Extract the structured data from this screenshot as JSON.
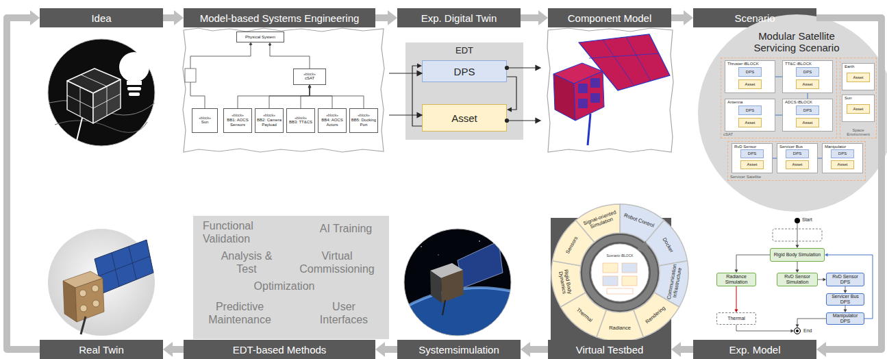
{
  "diagram": {
    "nodes": [
      {
        "text": [
          "Idea"
        ]
      },
      {
        "text": [
          "Model-based Systems Engineering"
        ]
      },
      {
        "text": [
          "Exp. Digital Twin"
        ]
      },
      {
        "text": [
          "Component Model"
        ]
      },
      {
        "text": [
          "Scenario"
        ]
      },
      {
        "text": [
          "Real Twin"
        ]
      },
      {
        "text": [
          "EDT-based Methods"
        ]
      },
      {
        "text": [
          "Systemsimulation"
        ]
      },
      {
        "text": [
          "Virtual Testbed"
        ]
      },
      {
        "text": [
          "Exp. Model"
        ]
      },
      {
        "text": [
          "Physical System"
        ]
      },
      {
        "text": [
          "«block»",
          "cSAT"
        ]
      },
      {
        "text": [
          "«block»",
          "Sun"
        ]
      },
      {
        "text": [
          "«block»",
          "BB1: AOCS Sensors"
        ]
      },
      {
        "text": [
          "«block»",
          "BB2: Camera Payload"
        ]
      },
      {
        "text": [
          "«block»",
          "BB3: TT&CS"
        ]
      },
      {
        "text": [
          "«block»",
          "BB4: AOCS Actors"
        ]
      },
      {
        "text": [
          "«block»",
          "BB5: Docking Port"
        ]
      },
      {
        "text": [
          "EDT"
        ]
      },
      {
        "text": [
          "DPS"
        ],
        "in": 18
      },
      {
        "text": [
          "Asset"
        ],
        "in": 18
      },
      {
        "text": [
          "Modular Satellite Servicing Scenario"
        ]
      },
      {
        "text": [
          "cSAT"
        ],
        "in": 21
      },
      {
        "text": [
          "Thruster iBLOCK"
        ],
        "in": 22
      },
      {
        "text": [
          "DPS"
        ],
        "in": 23
      },
      {
        "text": [
          "Asset"
        ],
        "in": 23
      },
      {
        "text": [
          "TT&C iBLOCK"
        ],
        "in": 22
      },
      {
        "text": [
          "DPS"
        ],
        "in": 26
      },
      {
        "text": [
          "Asset"
        ],
        "in": 26
      },
      {
        "text": [
          "Antenna"
        ],
        "in": 22
      },
      {
        "text": [
          "DPS"
        ],
        "in": 29
      },
      {
        "text": [
          "Asset"
        ],
        "in": 29
      },
      {
        "text": [
          "ADCS iBLOCK"
        ],
        "in": 22
      },
      {
        "text": [
          "DPS"
        ],
        "in": 32
      },
      {
        "text": [
          "Asset"
        ],
        "in": 32
      },
      {
        "text": [
          "Space Environment"
        ],
        "in": 21
      },
      {
        "text": [
          "Earth"
        ],
        "in": 35
      },
      {
        "text": [
          "Asset"
        ],
        "in": 36
      },
      {
        "text": [
          "Sun"
        ],
        "in": 35
      },
      {
        "text": [
          "Asset"
        ],
        "in": 38
      },
      {
        "text": [
          "Servicer Satellite"
        ],
        "in": 21
      },
      {
        "text": [
          "RvD Sensor"
        ],
        "in": 40
      },
      {
        "text": [
          "DPS"
        ],
        "in": 41
      },
      {
        "text": [
          "Asset"
        ],
        "in": 41
      },
      {
        "text": [
          "Servicer Bus"
        ],
        "in": 40
      },
      {
        "text": [
          "DPS"
        ],
        "in": 44
      },
      {
        "text": [
          "Asset"
        ],
        "in": 44
      },
      {
        "text": [
          "Manipulator"
        ],
        "in": 40
      },
      {
        "text": [
          "DPS"
        ],
        "in": 47
      },
      {
        "text": [
          "Asset"
        ],
        "in": 47
      },
      {
        "text": [
          "Start"
        ]
      },
      {
        "text": [
          "Rigid Body Simulation"
        ]
      },
      {
        "text": [
          "Radiance Simulation"
        ]
      },
      {
        "text": [
          "RvD Sensor Simulation"
        ]
      },
      {
        "text": [
          "RvD Sensor DPS"
        ]
      },
      {
        "text": [
          "Servicer Bus DPS"
        ]
      },
      {
        "text": [
          "Manipulator DPS"
        ]
      },
      {
        "text": [
          "Thermal"
        ]
      },
      {
        "text": [
          "End"
        ]
      }
    ],
    "edges": [
      {
        "from": 0,
        "to": 1,
        "arrow": "to"
      },
      {
        "from": 1,
        "to": 2,
        "arrow": "to"
      },
      {
        "from": 2,
        "to": 3,
        "arrow": "to"
      },
      {
        "from": 3,
        "to": 4,
        "arrow": "to"
      },
      {
        "from": 4,
        "to": 9,
        "arrow": "to"
      },
      {
        "from": 9,
        "to": 8,
        "arrow": "to"
      },
      {
        "from": 8,
        "to": 7,
        "arrow": "to"
      },
      {
        "from": 7,
        "to": 6,
        "arrow": "to"
      },
      {
        "from": 6,
        "to": 5,
        "arrow": "to"
      },
      {
        "from": 5,
        "to": 0,
        "arrow": "to"
      },
      {
        "from": 11,
        "to": 10,
        "arrow": "to"
      },
      {
        "from": 13,
        "to": 11,
        "arrow": "to"
      },
      {
        "from": 14,
        "to": 11,
        "arrow": "to"
      },
      {
        "from": 15,
        "to": 11,
        "arrow": "to"
      },
      {
        "from": 16,
        "to": 11,
        "arrow": "to"
      },
      {
        "from": 17,
        "to": 11,
        "arrow": "to"
      },
      {
        "from": 19,
        "to": 20,
        "arrow": "to"
      },
      {
        "from": 20,
        "to": 19,
        "arrow": "to"
      },
      {
        "from": 23,
        "to": 26,
        "arrow": "none"
      },
      {
        "from": 26,
        "to": 32,
        "arrow": "none"
      },
      {
        "from": 29,
        "to": 32,
        "arrow": "none"
      },
      {
        "from": 41,
        "to": 44,
        "arrow": "none"
      },
      {
        "from": 44,
        "to": 47,
        "arrow": "none"
      },
      {
        "from": 50,
        "to": 51,
        "arrow": "to"
      },
      {
        "from": 51,
        "to": 52,
        "arrow": "to"
      },
      {
        "from": 51,
        "to": 53,
        "arrow": "to"
      },
      {
        "from": 53,
        "to": 54,
        "arrow": "to"
      },
      {
        "from": 54,
        "to": 55,
        "arrow": "to"
      },
      {
        "from": 55,
        "to": 56,
        "arrow": "to"
      },
      {
        "from": 56,
        "to": 51,
        "arrow": "to"
      },
      {
        "from": 52,
        "to": 57,
        "arrow": "to"
      },
      {
        "from": 57,
        "to": 58,
        "arrow": "to"
      },
      {
        "from": 56,
        "to": 58,
        "arrow": "to"
      }
    ],
    "labels": [
      "Robot Control",
      "Docker",
      "Communication Infrastructure",
      "Rendering",
      "Radiance",
      "Thermal",
      "Rigid Body Dynamics",
      "Sensors",
      "Signal-oriented Simulation",
      "Scenario iBLOCK",
      "Functional Validation",
      "AI Training",
      "Analysis & Test",
      "Virtual Commissioning",
      "Optimization",
      "Predictive Maintenance",
      "User Interfaces"
    ]
  }
}
